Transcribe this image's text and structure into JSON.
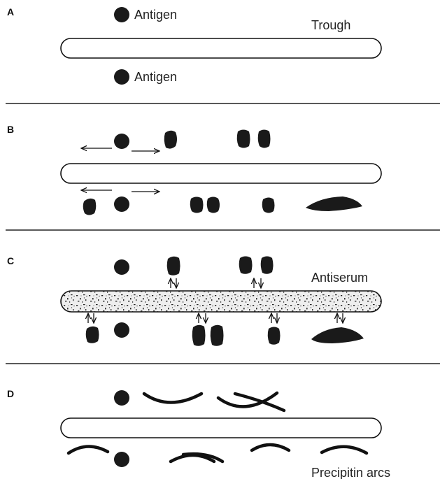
{
  "panels": {
    "a": {
      "letter": "A",
      "antigen_top_label": "Antigen",
      "antigen_bottom_label": "Antigen",
      "trough_label": "Trough"
    },
    "b": {
      "letter": "B"
    },
    "c": {
      "letter": "C",
      "antiserum_label": "Antiserum"
    },
    "d": {
      "letter": "D",
      "precipitin_label": "Precipitin arcs"
    }
  }
}
